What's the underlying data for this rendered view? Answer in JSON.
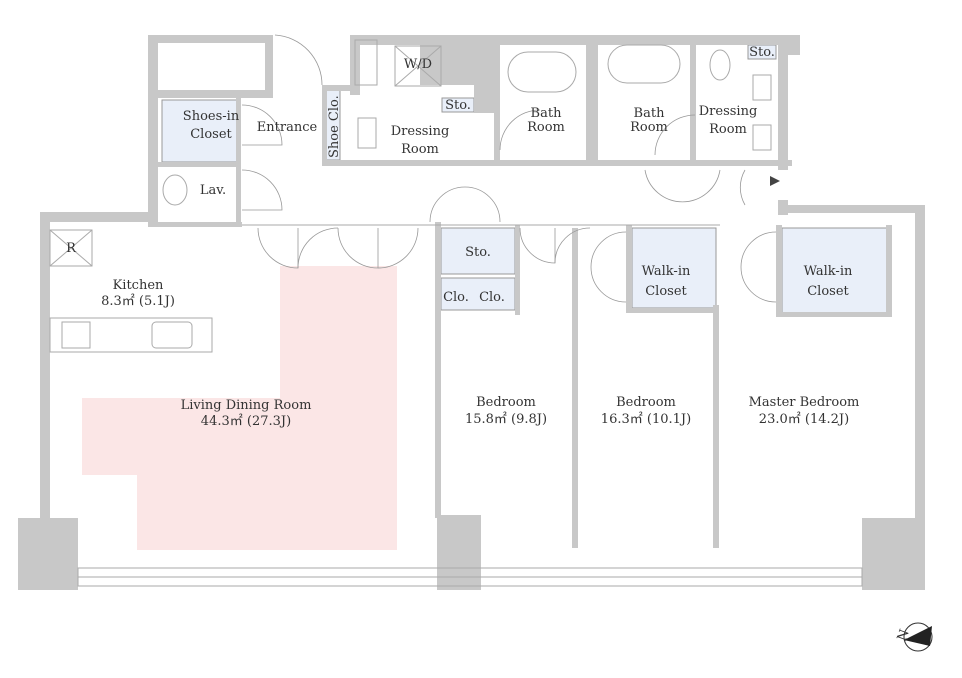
{
  "rooms": {
    "shoes_closet": [
      "Shoes-in",
      "Closet"
    ],
    "entrance": "Entrance",
    "shoe_clo": "Shoe Clo.",
    "wd": "W/D",
    "sto1": "Sto.",
    "dressing1": [
      "Dressing",
      "Room"
    ],
    "bath1": [
      "Bath",
      "Room"
    ],
    "bath2": [
      "Bath",
      "Room"
    ],
    "dressing2": [
      "Dressing",
      "Room"
    ],
    "sto2": "Sto.",
    "lav": "Lav.",
    "fridge": "R",
    "kitchen": [
      "Kitchen",
      "8.3㎡ (5.1J)"
    ],
    "sto3": "Sto.",
    "clo1": "Clo.",
    "clo2": "Clo.",
    "wic1": [
      "Walk-in",
      "Closet"
    ],
    "wic2": [
      "Walk-in",
      "Closet"
    ],
    "ldr": [
      "Living Dining Room",
      "44.3㎡ (27.3J)"
    ],
    "bed1": [
      "Bedroom",
      "15.8㎡ (9.8J)"
    ],
    "bed2": [
      "Bedroom",
      "16.3㎡ (10.1J)"
    ],
    "master": [
      "Master Bedroom",
      "23.0㎡ (14.2J)"
    ]
  },
  "compass": "N",
  "colors": {
    "wall": "#c8c8c8",
    "closet": "#e9eff9",
    "highlight": "#fbe6e6"
  }
}
